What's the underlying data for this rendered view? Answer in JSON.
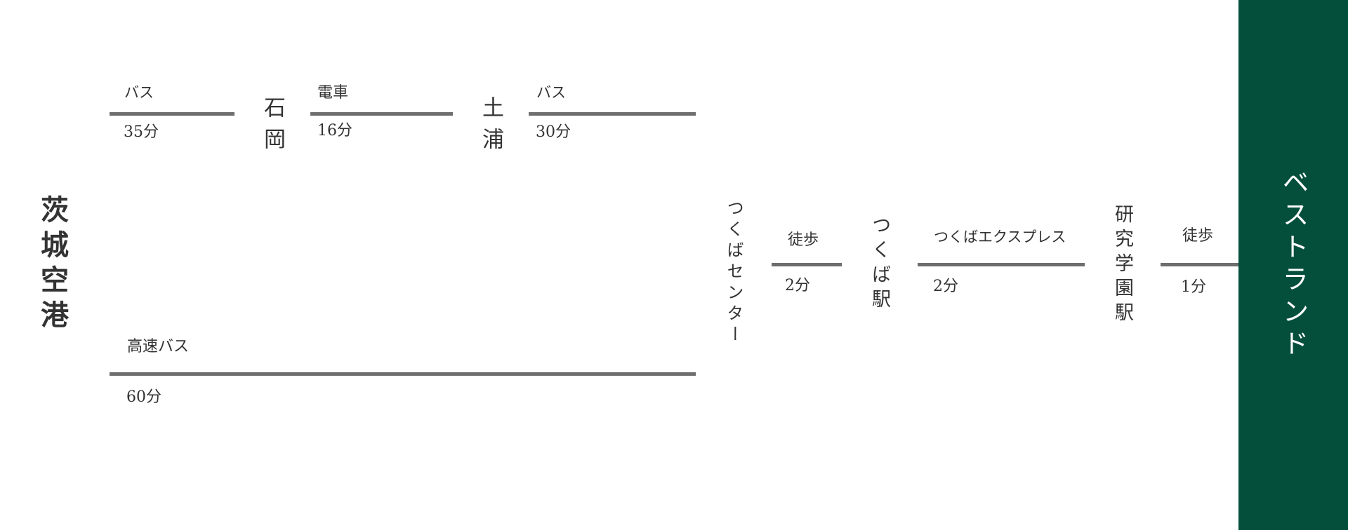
{
  "origin": "茨城空港",
  "destination": "ベストランド",
  "colors": {
    "destination_bg": "#044e3c",
    "line": "#6e6e6e",
    "text": "#333333"
  },
  "route_a": {
    "seg1": {
      "mode": "バス",
      "time": "35分"
    },
    "stop1": "石岡",
    "seg2": {
      "mode": "電車",
      "time": "16分"
    },
    "stop2": "土浦",
    "seg3": {
      "mode": "バス",
      "time": "30分"
    }
  },
  "route_b": {
    "seg1": {
      "mode": "高速バス",
      "time": "60分"
    }
  },
  "main": {
    "stop1": "つくばセンター",
    "seg1": {
      "mode": "徒歩",
      "time": "2分"
    },
    "stop2": "つくば駅",
    "seg2": {
      "mode": "つくばエクスプレス",
      "time": "2分"
    },
    "stop3": "研究学園駅",
    "seg3": {
      "mode": "徒歩",
      "time": "1分"
    }
  }
}
